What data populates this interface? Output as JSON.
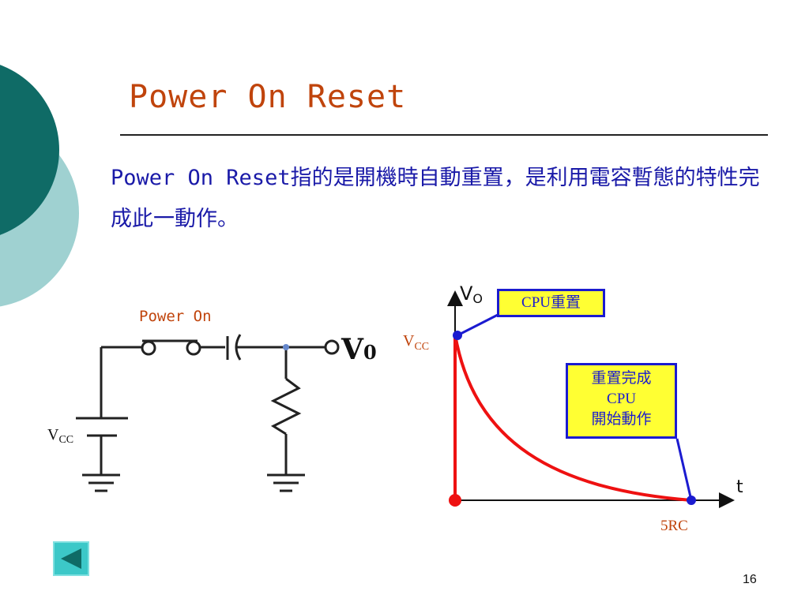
{
  "slide": {
    "title": "Power On Reset",
    "body_mono": "Power On Reset",
    "body_rest": "指的是開機時自動重置，是利用電容暫態的特性完成此一動作。",
    "page_number": "16"
  },
  "circuit": {
    "switch_label": "Power On",
    "output_label": "V",
    "output_sub": "0",
    "supply_label": "V",
    "supply_sub": "CC"
  },
  "graph": {
    "y_axis_label": "V",
    "y_axis_sub": "O",
    "x_axis_label": "t",
    "vcc_label": "V",
    "vcc_sub": "CC",
    "time_marker": "5RC",
    "callout_reset": "CPU重置",
    "callout_done_lines": [
      "重置完成",
      "CPU",
      "開始動作"
    ]
  },
  "colors": {
    "title": "#c0440c",
    "body": "#1a1aa8",
    "curve": "#ee1111",
    "callout_bg": "#ffff33",
    "callout_border": "#1b1bd0",
    "deco_dark": "#0f6b66",
    "deco_light": "#9fd1d1"
  },
  "icons": {
    "back": "back-triangle-icon"
  }
}
